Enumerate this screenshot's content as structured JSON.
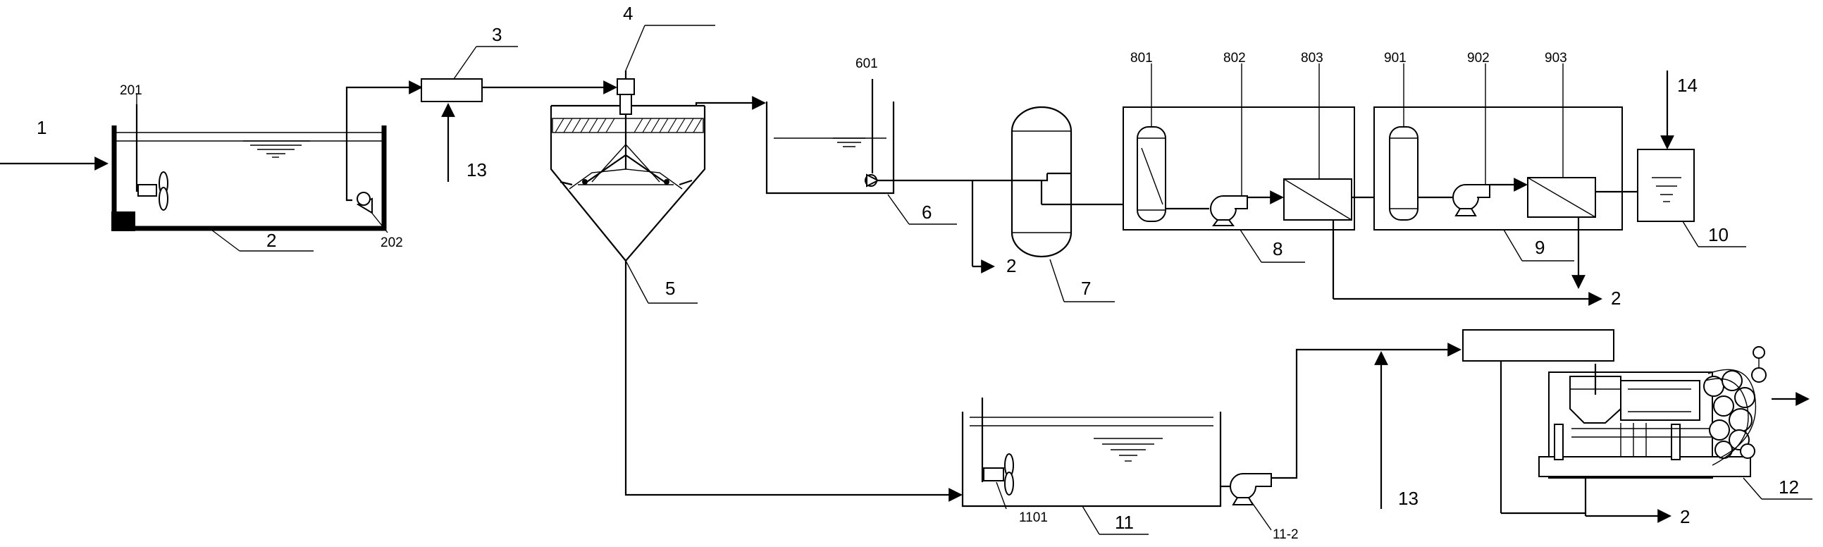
{
  "diagram": {
    "labels": {
      "l1": "1",
      "l2": "2",
      "l201": "201",
      "l202": "202",
      "l3": "3",
      "l4": "4",
      "l5": "5",
      "l6": "6",
      "l601": "601",
      "l7": "7",
      "l8": "8",
      "l801": "801",
      "l802": "802",
      "l803": "803",
      "l9": "9",
      "l901": "901",
      "l902": "902",
      "l903": "903",
      "l10": "10",
      "l11": "11",
      "l1101": "1101",
      "l11_2": "11-2",
      "l12": "12",
      "l13_top": "13",
      "l13_bottom": "13",
      "l14": "14",
      "out_6": "2",
      "out_8_9": "2",
      "out_12": "2"
    }
  }
}
